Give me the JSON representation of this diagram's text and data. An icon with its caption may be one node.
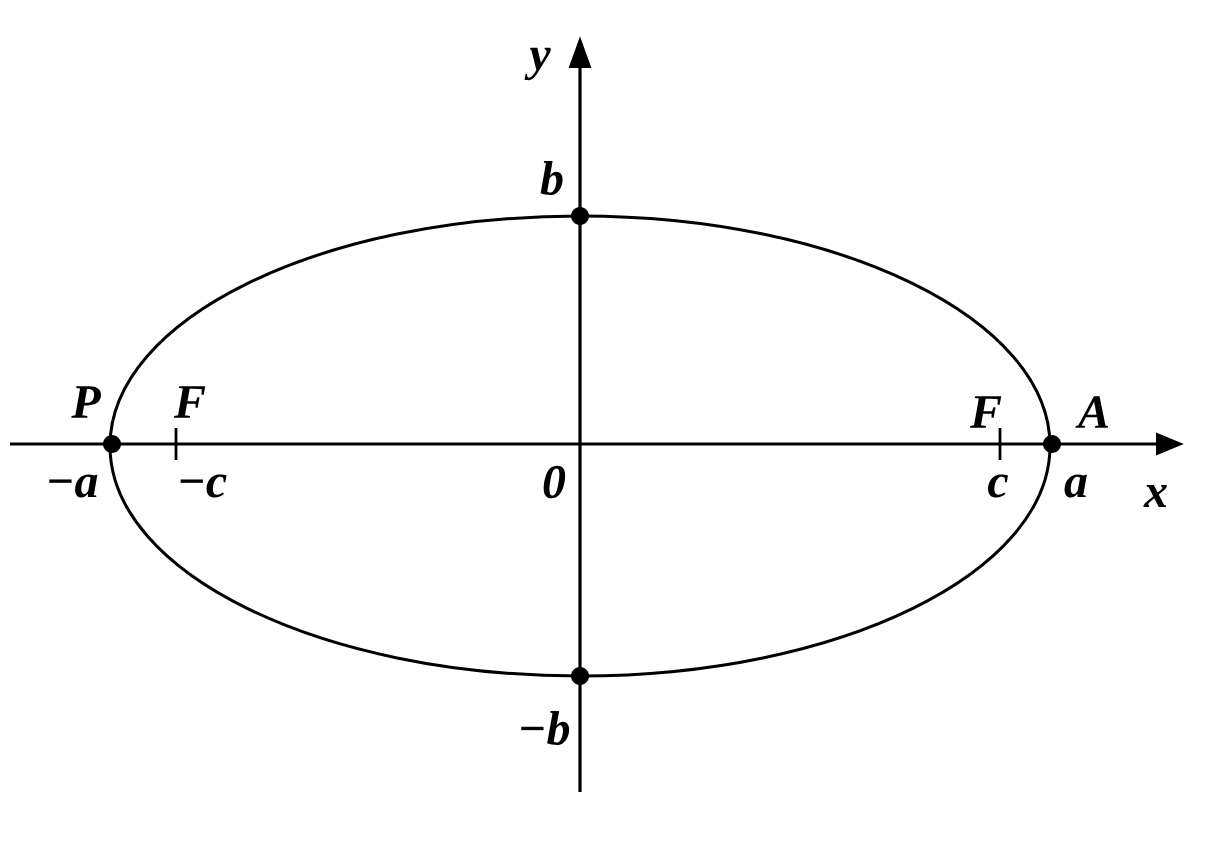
{
  "diagram": {
    "labels": [
      "y",
      "b",
      "P",
      "F",
      "−a",
      "−c",
      "0",
      "F",
      "A",
      "c",
      "a",
      "x",
      "−b"
    ]
  }
}
